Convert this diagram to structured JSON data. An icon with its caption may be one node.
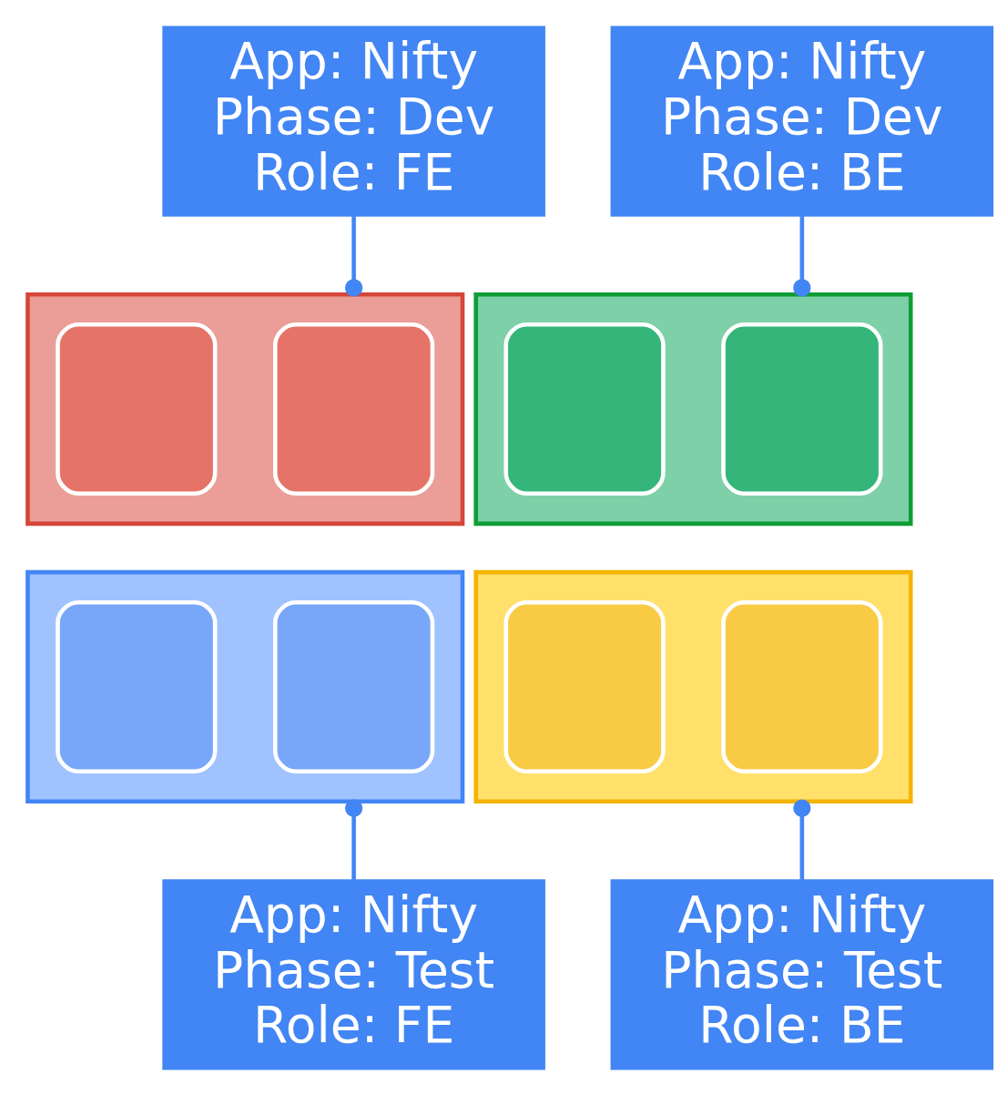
{
  "diagram": {
    "nodes": [
      {
        "text": [
          "App: Nifty Phase: Dev Role: FE"
        ]
      },
      {
        "text": [
          "App: Nifty Phase: Dev Role: BE"
        ]
      },
      {
        "text": [],
        "shape": "box"
      },
      {
        "text": [],
        "shape": "box",
        "in": 2
      },
      {
        "text": [],
        "shape": "box",
        "in": 2
      },
      {
        "text": [],
        "shape": "box"
      },
      {
        "text": [],
        "shape": "box",
        "in": 5
      },
      {
        "text": [],
        "shape": "box",
        "in": 5
      },
      {
        "text": [],
        "shape": "box"
      },
      {
        "text": [],
        "shape": "box",
        "in": 8
      },
      {
        "text": [],
        "shape": "box",
        "in": 8
      },
      {
        "text": [],
        "shape": "box"
      },
      {
        "text": [],
        "shape": "box",
        "in": 11
      },
      {
        "text": [],
        "shape": "box",
        "in": 11
      },
      {
        "text": [
          "App: Nifty Phase: Test Role: FE"
        ]
      },
      {
        "text": [
          "App: Nifty Phase: Test Role: BE"
        ]
      }
    ],
    "edges": [
      {
        "from": 0,
        "to": 2,
        "arrow": "other"
      },
      {
        "from": 1,
        "to": 5,
        "arrow": "other"
      },
      {
        "from": 14,
        "to": 8,
        "arrow": "other"
      },
      {
        "from": 15,
        "to": 11,
        "arrow": "other"
      }
    ]
  }
}
